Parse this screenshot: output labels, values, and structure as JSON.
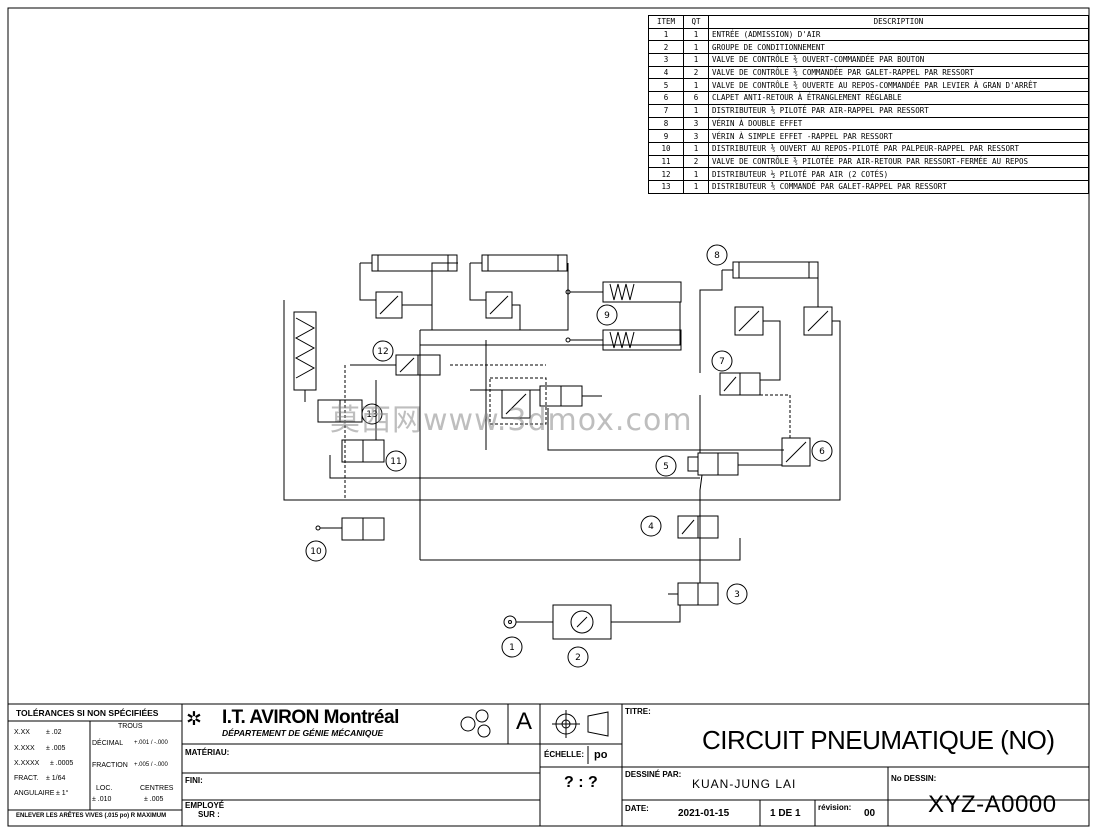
{
  "bom": {
    "headers": {
      "item": "ITEM",
      "qty": "QT",
      "desc": "DESCRIPTION"
    },
    "rows": [
      {
        "item": "1",
        "qty": "1",
        "desc": "ENTRÉE (ADMISSION) D'AIR"
      },
      {
        "item": "2",
        "qty": "1",
        "desc": "GROUPE DE CONDITIONNEMENT"
      },
      {
        "item": "3",
        "qty": "1",
        "desc": "VALVE DE CONTRÔLE ⅗ OUVERT-COMMANDÉE PAR BOUTON"
      },
      {
        "item": "4",
        "qty": "2",
        "desc": "VALVE DE CONTRÔLE ⅗ COMMANDÉE PAR GALET-RAPPEL PAR RESSORT"
      },
      {
        "item": "5",
        "qty": "1",
        "desc": "VALVE DE CONTRÔLE ⅗ OUVERTE AU REPOS-COMMANDÉE PAR LEVIER À GRAN D'ARRÊT"
      },
      {
        "item": "6",
        "qty": "6",
        "desc": "CLAPET ANTI-RETOUR À ÉTRANGLEMENT RÉGLABLE"
      },
      {
        "item": "7",
        "qty": "1",
        "desc": "DISTRIBUTEUR ⅗ PILOTÉ PAR AIR-RAPPEL PAR RESSORT"
      },
      {
        "item": "8",
        "qty": "3",
        "desc": "VÉRIN À DOUBLE EFFET"
      },
      {
        "item": "9",
        "qty": "3",
        "desc": "VÉRIN À SIMPLE EFFET -RAPPEL PAR RESSORT"
      },
      {
        "item": "10",
        "qty": "1",
        "desc": "DISTRIBUTEUR ⅗ OUVERT AU REPOS-PILOTÉ PAR PALPEUR-RAPPEL PAR RESSORT"
      },
      {
        "item": "11",
        "qty": "2",
        "desc": "VALVE DE CONTRÔLE ⅗ PILOTÉE PAR AIR-RETOUR PAR RESSORT-FERMÉE AU REPOS"
      },
      {
        "item": "12",
        "qty": "1",
        "desc": "DISTRIBUTEUR ½ PILOTÉ PAR AIR (2 COTÉS)"
      },
      {
        "item": "13",
        "qty": "1",
        "desc": "DISTRIBUTEUR ⅗ COMMANDÉ PAR GALET-RAPPEL PAR RESSORT"
      }
    ]
  },
  "callouts": [
    "1",
    "2",
    "3",
    "4",
    "5",
    "6",
    "7",
    "8",
    "9",
    "10",
    "11",
    "12",
    "13"
  ],
  "watermark": "莫西网www.3dmox.com",
  "title_block": {
    "tolerances_title": "TOLÉRANCES SI NON SPÉCIFIÉES",
    "tol_xx": "X.XX",
    "tol_xx_val": "± .02",
    "tol_xxx": "X.XXX",
    "tol_xxx_val": "± .005",
    "tol_xxxx": "X.XXXX",
    "tol_xxxx_val": "± .0005",
    "tol_fract": "FRACT.",
    "tol_fract_val": "± 1/64",
    "tol_ang": "ANGULAIRE",
    "tol_ang_val": "± 1°",
    "trous": "TROUS",
    "decimal": "DÉCIMAL",
    "decimal_val": "+.001 / -.000",
    "fraction": "FRACTION",
    "fraction_val": "+.005 / -.000",
    "loc": "LOC.",
    "loc_val": "± .010",
    "centres": "CENTRES",
    "centres_val": "± .005",
    "edges_note": "ENLEVER LES ARÊTES VIVES (.015 po) R MAXIMUM",
    "company": "I.T. AVIRON Montréal",
    "department": "DÉPARTEMENT DE GÉNIE MÉCANIQUE",
    "size": "A",
    "materiau_label": "MATÉRIAU:",
    "fini_label": "FINI:",
    "employe_label": "EMPLOYÉ",
    "sur_label": "SUR :",
    "echelle_label": "ÉCHELLE:",
    "echelle_unit": "po",
    "echelle_val": "? : ?",
    "titre_label": "TITRE:",
    "title": "CIRCUIT PNEUMATIQUE (NO)",
    "dessine_label": "DESSINÉ PAR:",
    "designer": "KUAN-JUNG LAI",
    "no_dessin_label": "No DESSIN:",
    "drawing_no": "XYZ-A0000",
    "date_label": "DATE:",
    "date": "2021-01-15",
    "sheet": "1 DE 1",
    "revision_label": "révision:",
    "revision": "00"
  },
  "colors": {
    "line": "#000000",
    "watermark": "#8a8a8a"
  }
}
